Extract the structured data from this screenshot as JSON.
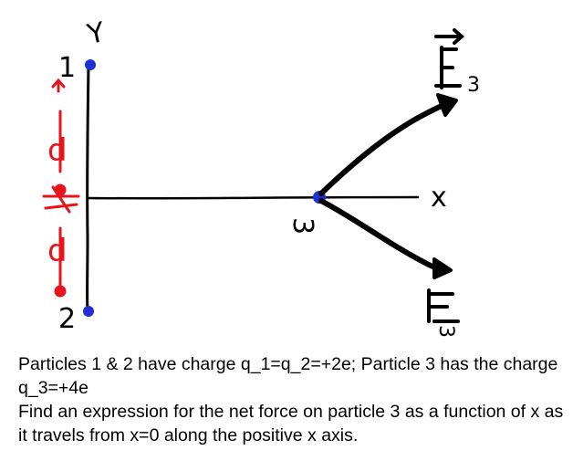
{
  "diagram": {
    "labels": {
      "y_axis": "Y",
      "x_axis": "x",
      "particle_1": "1",
      "particle_2": "2",
      "particle_3": "3",
      "distance_upper": "d",
      "distance_lower": "d",
      "force_upper_sub": "3",
      "force_lower_sub": "3"
    },
    "colors": {
      "axes": "#000000",
      "particle": "#1f2fd6",
      "distance_marks": "#e8141b",
      "force_vectors": "#000000"
    }
  },
  "caption": {
    "line1": "Particles 1 & 2 have charge q_1=q_2=+2e; Particle 3 has the charge q_3=+4e",
    "line2": "Find an expression for the net force on particle 3 as a function of x as it travels from x=0 along the positive x axis."
  }
}
